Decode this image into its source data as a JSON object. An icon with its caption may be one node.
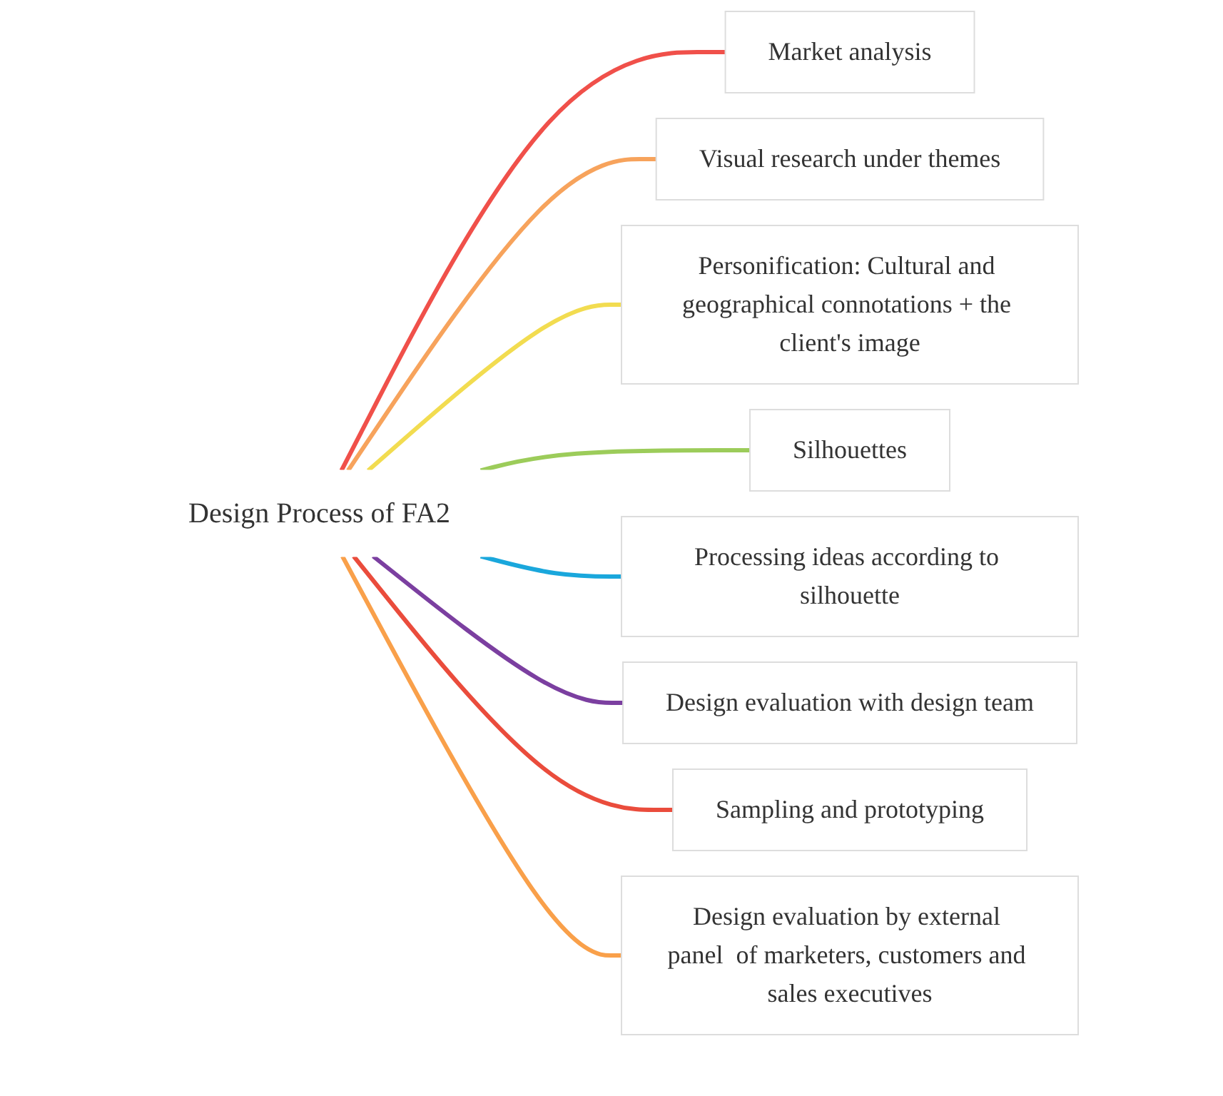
{
  "diagram": {
    "nodes": [
      {
        "text": [
          "Design Process of FA2"
        ]
      },
      {
        "text": [
          "Market analysis"
        ]
      },
      {
        "text": [
          "Visual research under themes"
        ]
      },
      {
        "text": [
          "Personification: Cultural and geographical connotations + the client's image"
        ]
      },
      {
        "text": [
          "Silhouettes"
        ]
      },
      {
        "text": [
          "Processing ideas according to silhouette"
        ]
      },
      {
        "text": [
          "Design evaluation with design team"
        ]
      },
      {
        "text": [
          "Sampling and prototyping"
        ]
      },
      {
        "text": [
          "Design evaluation by external panel  of marketers, customers and sales executives"
        ]
      }
    ],
    "edges": [
      {
        "from": 0,
        "to": 1,
        "arrow": "none",
        "color": "#f0504a"
      },
      {
        "from": 0,
        "to": 2,
        "arrow": "none",
        "color": "#f7a35c"
      },
      {
        "from": 0,
        "to": 3,
        "arrow": "none",
        "color": "#f2dc50"
      },
      {
        "from": 0,
        "to": 4,
        "arrow": "none",
        "color": "#9ccc5a"
      },
      {
        "from": 0,
        "to": 5,
        "arrow": "none",
        "color": "#1aa7dc"
      },
      {
        "from": 0,
        "to": 6,
        "arrow": "none",
        "color": "#7b3fa0"
      },
      {
        "from": 0,
        "to": 7,
        "arrow": "none",
        "color": "#ea4c3c"
      },
      {
        "from": 0,
        "to": 8,
        "arrow": "none",
        "color": "#f9a04a"
      }
    ]
  }
}
